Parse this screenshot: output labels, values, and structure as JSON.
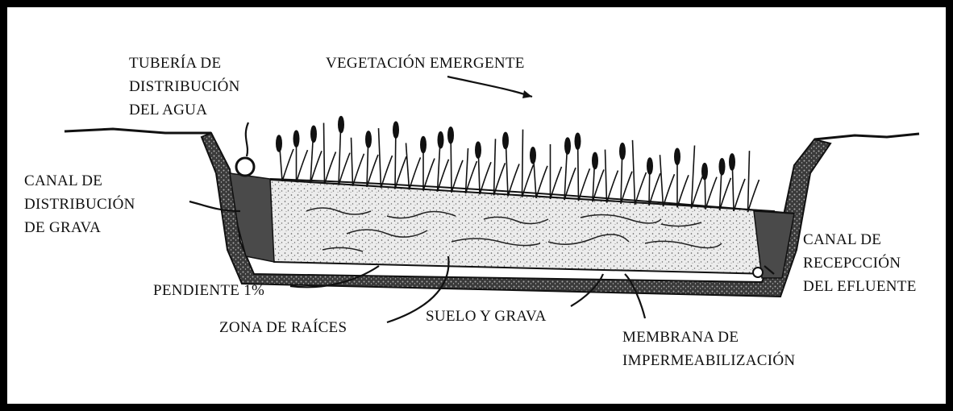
{
  "labels": {
    "tuberia": [
      "TUBERÍA DE",
      "DISTRIBUCIÓN",
      "DEL AGUA"
    ],
    "vegetacion": [
      "VEGETACIÓN EMERGENTE"
    ],
    "canal_grava": [
      "CANAL DE",
      "DISTRIBUCIÓN",
      "DE GRAVA"
    ],
    "canal_efluente": [
      "CANAL DE",
      "RECEPCCIÓN",
      "DEL EFLUENTE"
    ],
    "pendiente": [
      "PENDIENTE 1%"
    ],
    "zona_raices": [
      "ZONA DE RAÍCES"
    ],
    "suelo_grava": [
      "SUELO Y GRAVA"
    ],
    "membrana": [
      "MEMBRANA DE",
      "IMPERMEABILIZACIÓN"
    ]
  },
  "colors": {
    "ink": "#111111",
    "frame": "#000000",
    "gravel_fill": "#e9e9e9",
    "soil_dark": "#2a2a2a"
  }
}
